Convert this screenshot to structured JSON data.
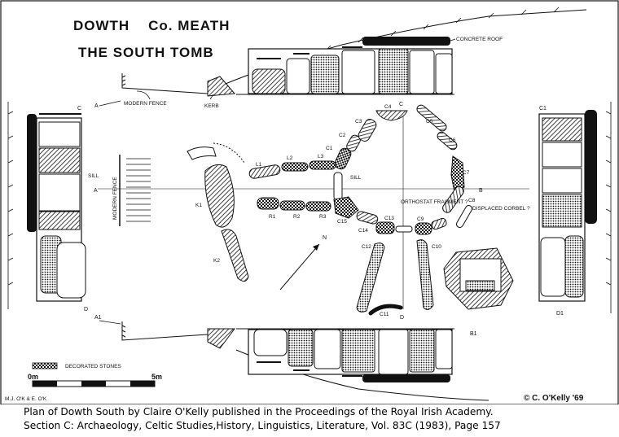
{
  "title": {
    "line1": "DOWTH    Co. MEATH",
    "line2": "THE SOUTH TOMB"
  },
  "labels": {
    "concrete_roof": "CONCRETE ROOF",
    "modern_fence": "MODERN FENCE",
    "modern_fence_vertical": "MODERN FENCE",
    "kerb": "KERB",
    "sill_left": "SILL",
    "sill_center": "SILL",
    "orthostat_fragment": "ORTHOSTAT FRAGMENT ?",
    "displaced_corbel": "DISPLACED CORBEL ?",
    "decorated_stones": "DECORATED STONES",
    "section_A": "A",
    "section_A1": "A1",
    "section_C": "C",
    "section_C1": "C1",
    "section_B": "B",
    "section_B1": "B1",
    "section_D": "D",
    "section_D1": "D1",
    "north": "N"
  },
  "stones": {
    "L1": "L1",
    "L2": "L2",
    "L3": "L3",
    "R1": "R1",
    "R2": "R2",
    "R3": "R3",
    "C1": "C1",
    "C2": "C2",
    "C3": "C3",
    "C4": "C4",
    "C5": "C5",
    "C6": "C6",
    "C7": "C7",
    "C8": "C8",
    "C9": "C9",
    "C10": "C10",
    "C11": "C11",
    "C12": "C12",
    "C13": "C13",
    "C14": "C14",
    "C15": "C15",
    "K1": "K1",
    "K2": "K2"
  },
  "scale": {
    "start": "0m",
    "end": "5m"
  },
  "credits": {
    "drawn_by": "M.J. O'K & E. O'K",
    "copyright": "© C. O'Kelly '69"
  },
  "caption": {
    "line1": "Plan of Dowth South by Claire O'Kelly published in the Proceedings of the Royal Irish Academy.",
    "line2": "Section C: Archaeology, Celtic Studies,History, Linguistics, Literature, Vol. 83C (1983), Page 157"
  }
}
